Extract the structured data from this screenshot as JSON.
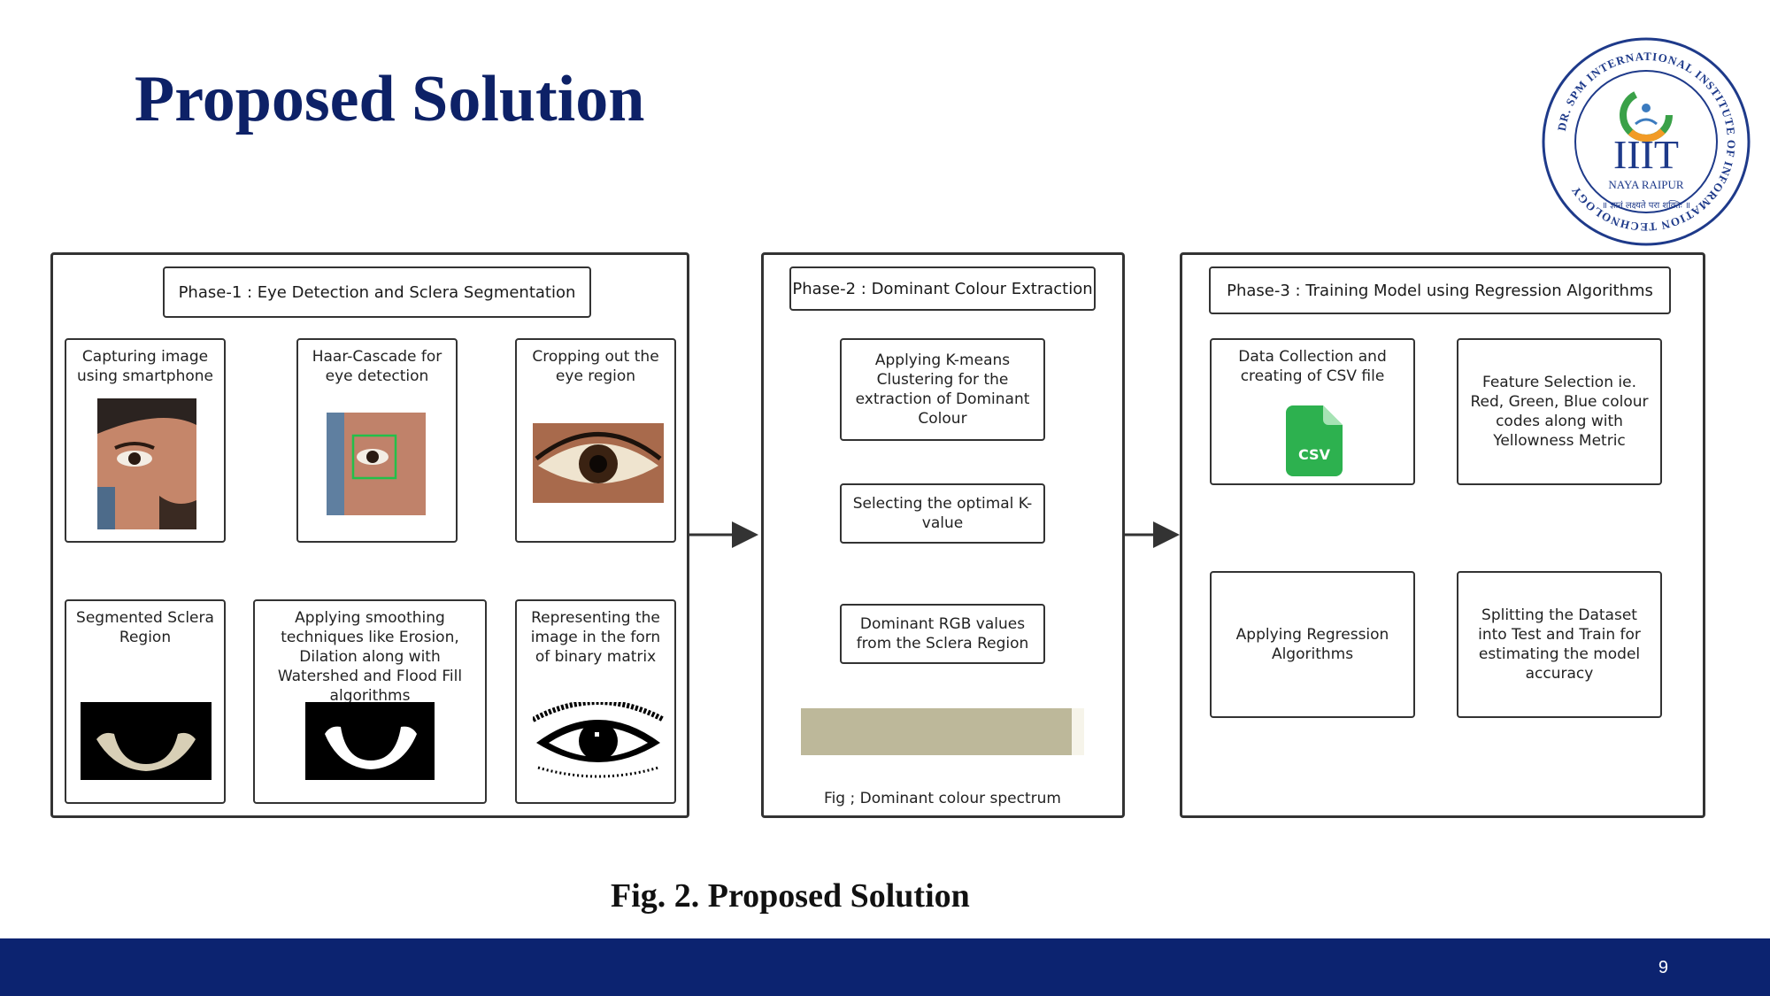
{
  "slide": {
    "title": "Proposed Solution",
    "figure_caption": "Fig. 2. Proposed Solution",
    "page_number": "9"
  },
  "logo": {
    "ring_text": "DR. SPM INTERNATIONAL INSTITUTE OF INFORMATION TECHNOLOGY",
    "name": "IIIT",
    "subtitle": "NAYA RAIPUR",
    "motto": "॥ ज्ञानं लक्ष्यते परा शक्तिः ॥"
  },
  "phase1": {
    "title": "Phase-1 : Eye Detection and Sclera Segmentation",
    "capture": "Capturing image using smartphone",
    "haar": "Haar-Cascade for eye detection",
    "crop": "Cropping out the eye region",
    "segmented": "Segmented Sclera Region",
    "smoothing": "Applying smoothing techniques like Erosion, Dilation along with Watershed and Flood Fill algorithms",
    "binary": "Representing the image in the forn of binary matrix"
  },
  "phase2": {
    "title": "Phase-2 : Dominant Colour Extraction",
    "kmeans": "Applying K-means Clustering for the extraction of Dominant Colour",
    "kvalue": "Selecting the optimal K-value",
    "rgb": "Dominant RGB values from the Sclera Region",
    "spectrum_caption": "Fig ; Dominant colour spectrum",
    "dominant_color": "#bdb89a"
  },
  "phase3": {
    "title": "Phase-3 : Training Model using Regression Algorithms",
    "data": "Data Collection and creating of CSV file",
    "csv_icon_label": "CSV",
    "feature": "Feature Selection ie. Red, Green, Blue colour codes along with Yellowness Metric",
    "split": "Splitting the Dataset into Test and Train for estimating the model accuracy",
    "regression": "Applying Regression Algorithms"
  },
  "colors": {
    "title_navy": "#0d2167",
    "footer_navy": "#0c2370",
    "csv_green": "#2db14f",
    "box_border": "#333333"
  }
}
